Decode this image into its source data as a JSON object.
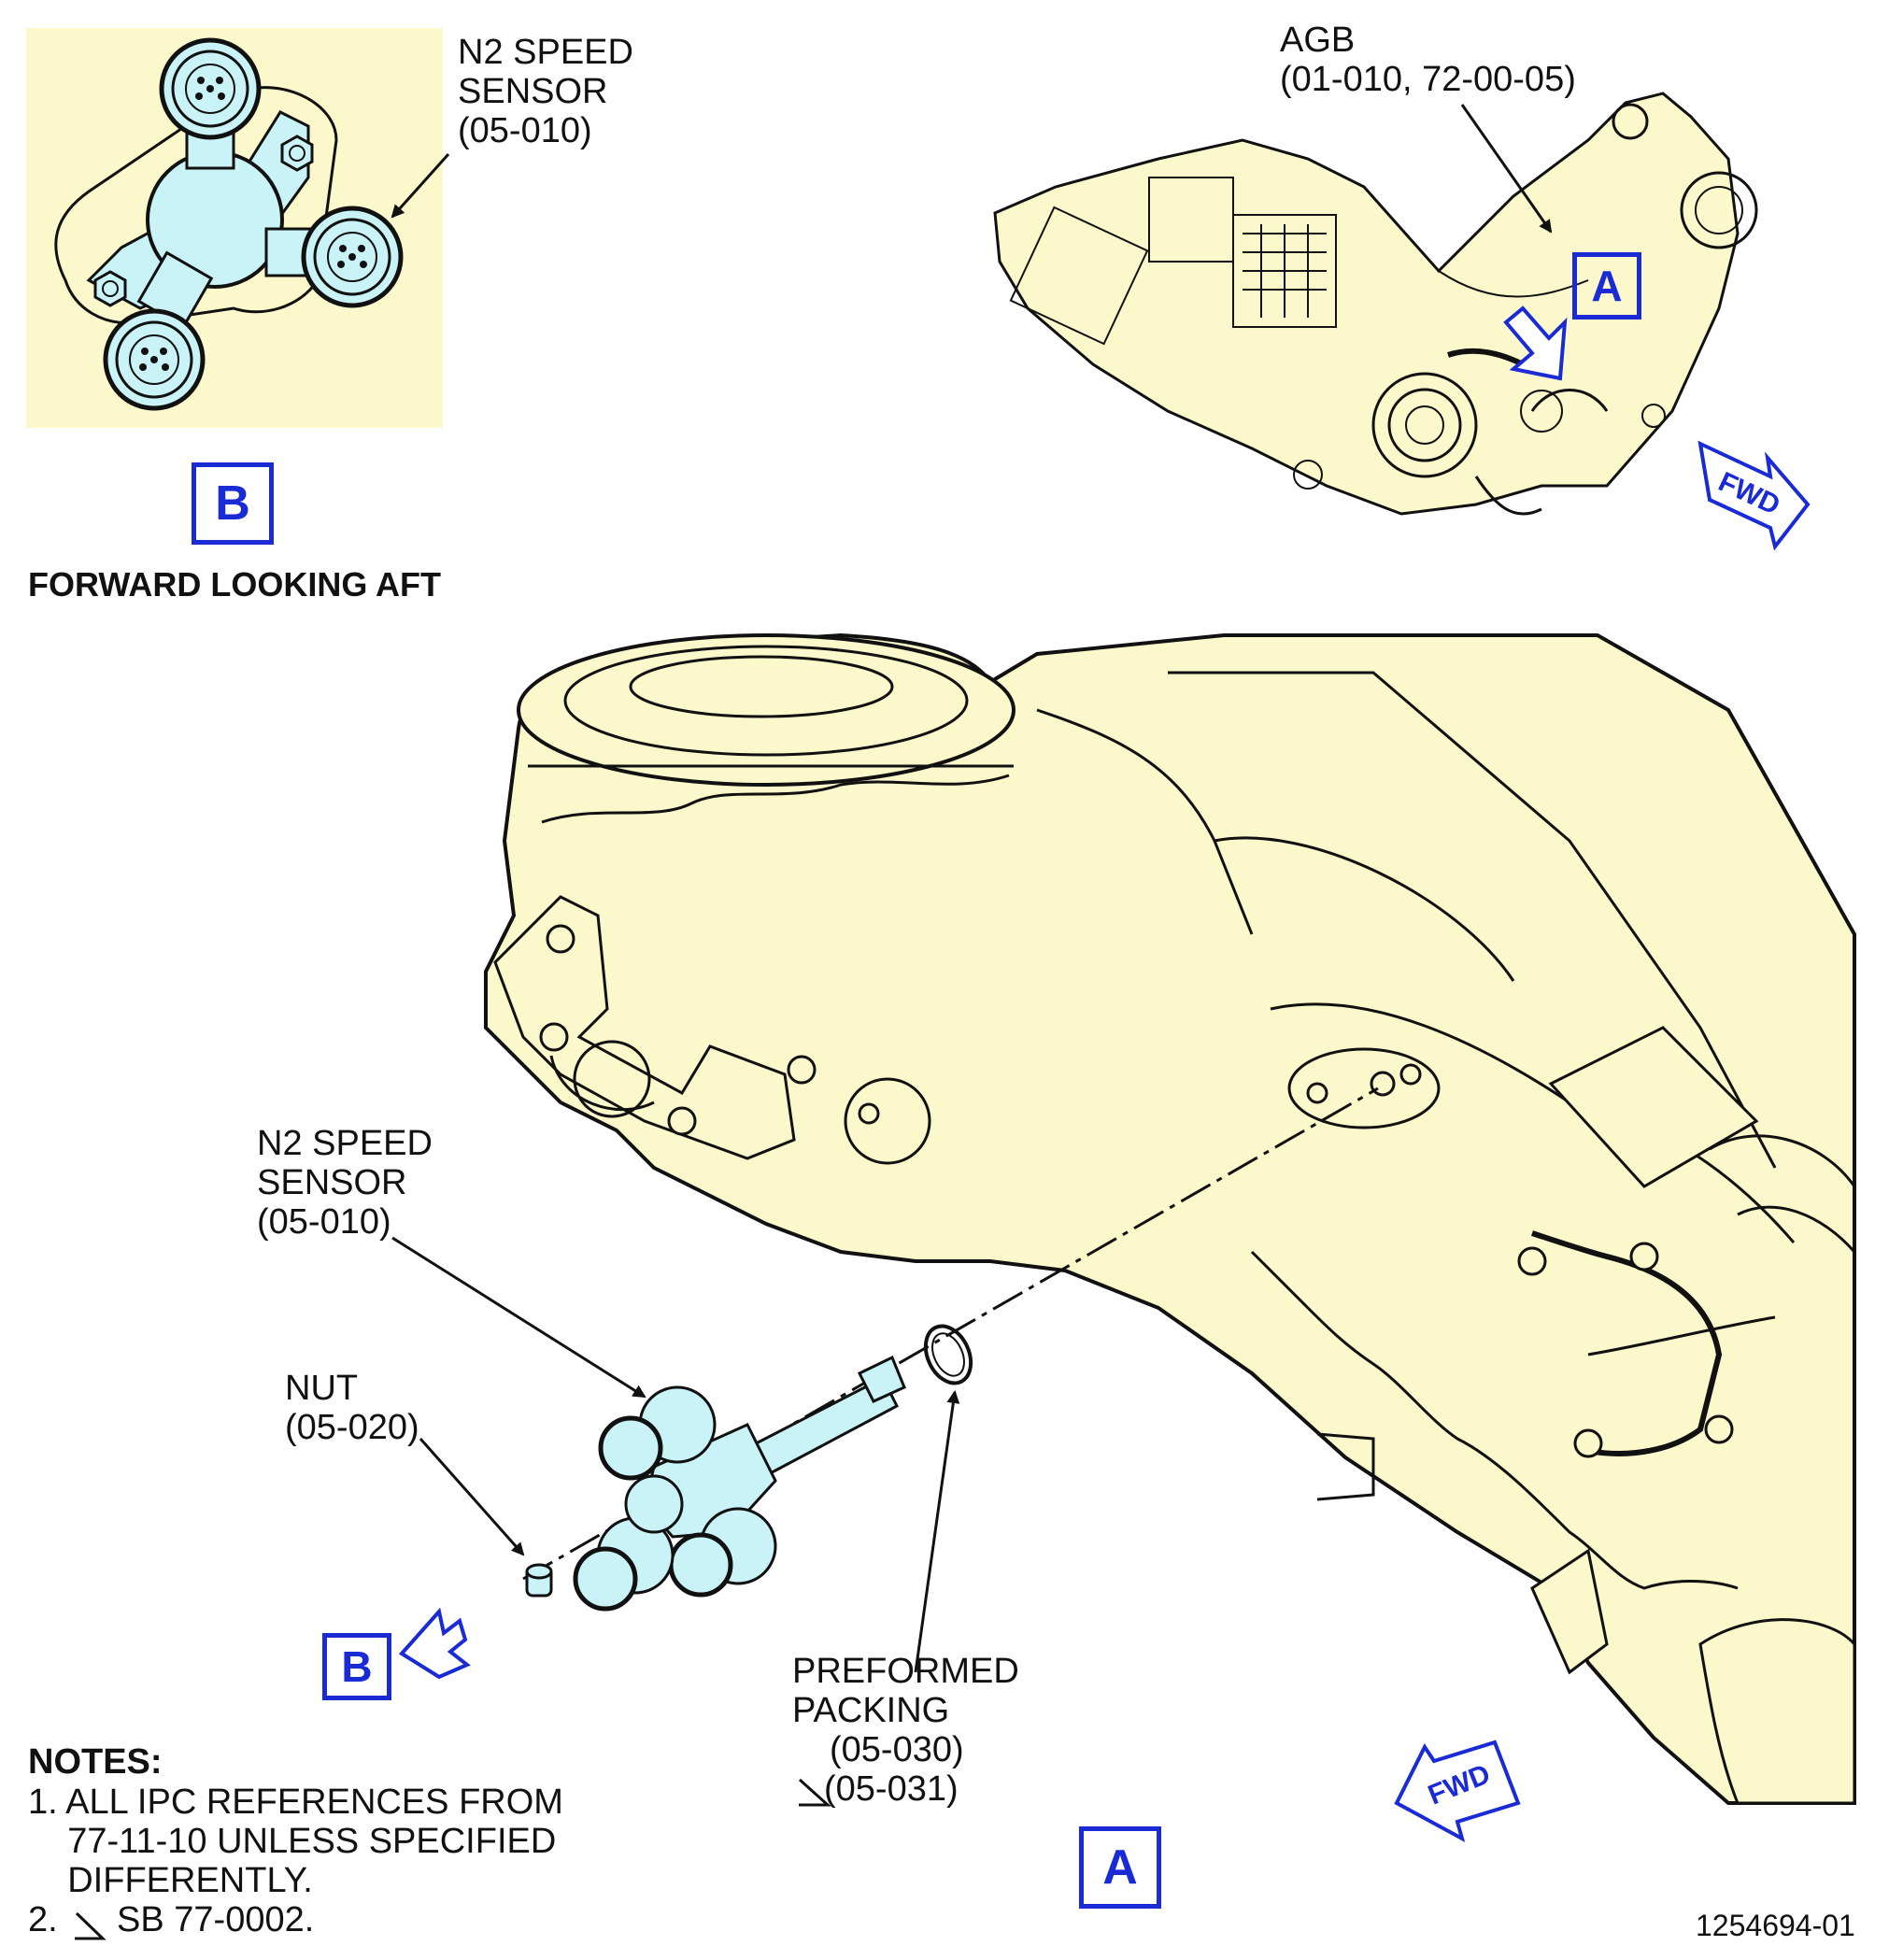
{
  "detail_b": {
    "sensor_label": [
      "N2 SPEED",
      "SENSOR",
      "(05-010)"
    ],
    "view_letter": "B",
    "view_caption": "FORWARD LOOKING AFT"
  },
  "agb": {
    "label": [
      "AGB",
      "(01-010, 72-00-05)"
    ],
    "view_ref": "A",
    "fwd": "FWD"
  },
  "main_view": {
    "sensor_label": [
      "N2 SPEED",
      "SENSOR",
      "(05-010)"
    ],
    "nut_label": [
      "NUT",
      "(05-020)"
    ],
    "packing_label": [
      "PREFORMED",
      "PACKING",
      "(05-030)",
      "(05-031)"
    ],
    "view_ref_b": "B",
    "view_letter": "A",
    "fwd": "FWD"
  },
  "notes": {
    "heading": "NOTES:",
    "lines": [
      "1. ALL IPC REFERENCES FROM",
      "    77-11-10 UNLESS SPECIFIED",
      "    DIFFERENTLY.",
      "2.      SB 77-0002."
    ]
  },
  "figure_id": "1254694-01",
  "colors": {
    "panel_fill": "#fbf8cc",
    "part_highlight": "#c9f3f6",
    "callout_blue": "#1a2bd6",
    "line": "#111111"
  }
}
